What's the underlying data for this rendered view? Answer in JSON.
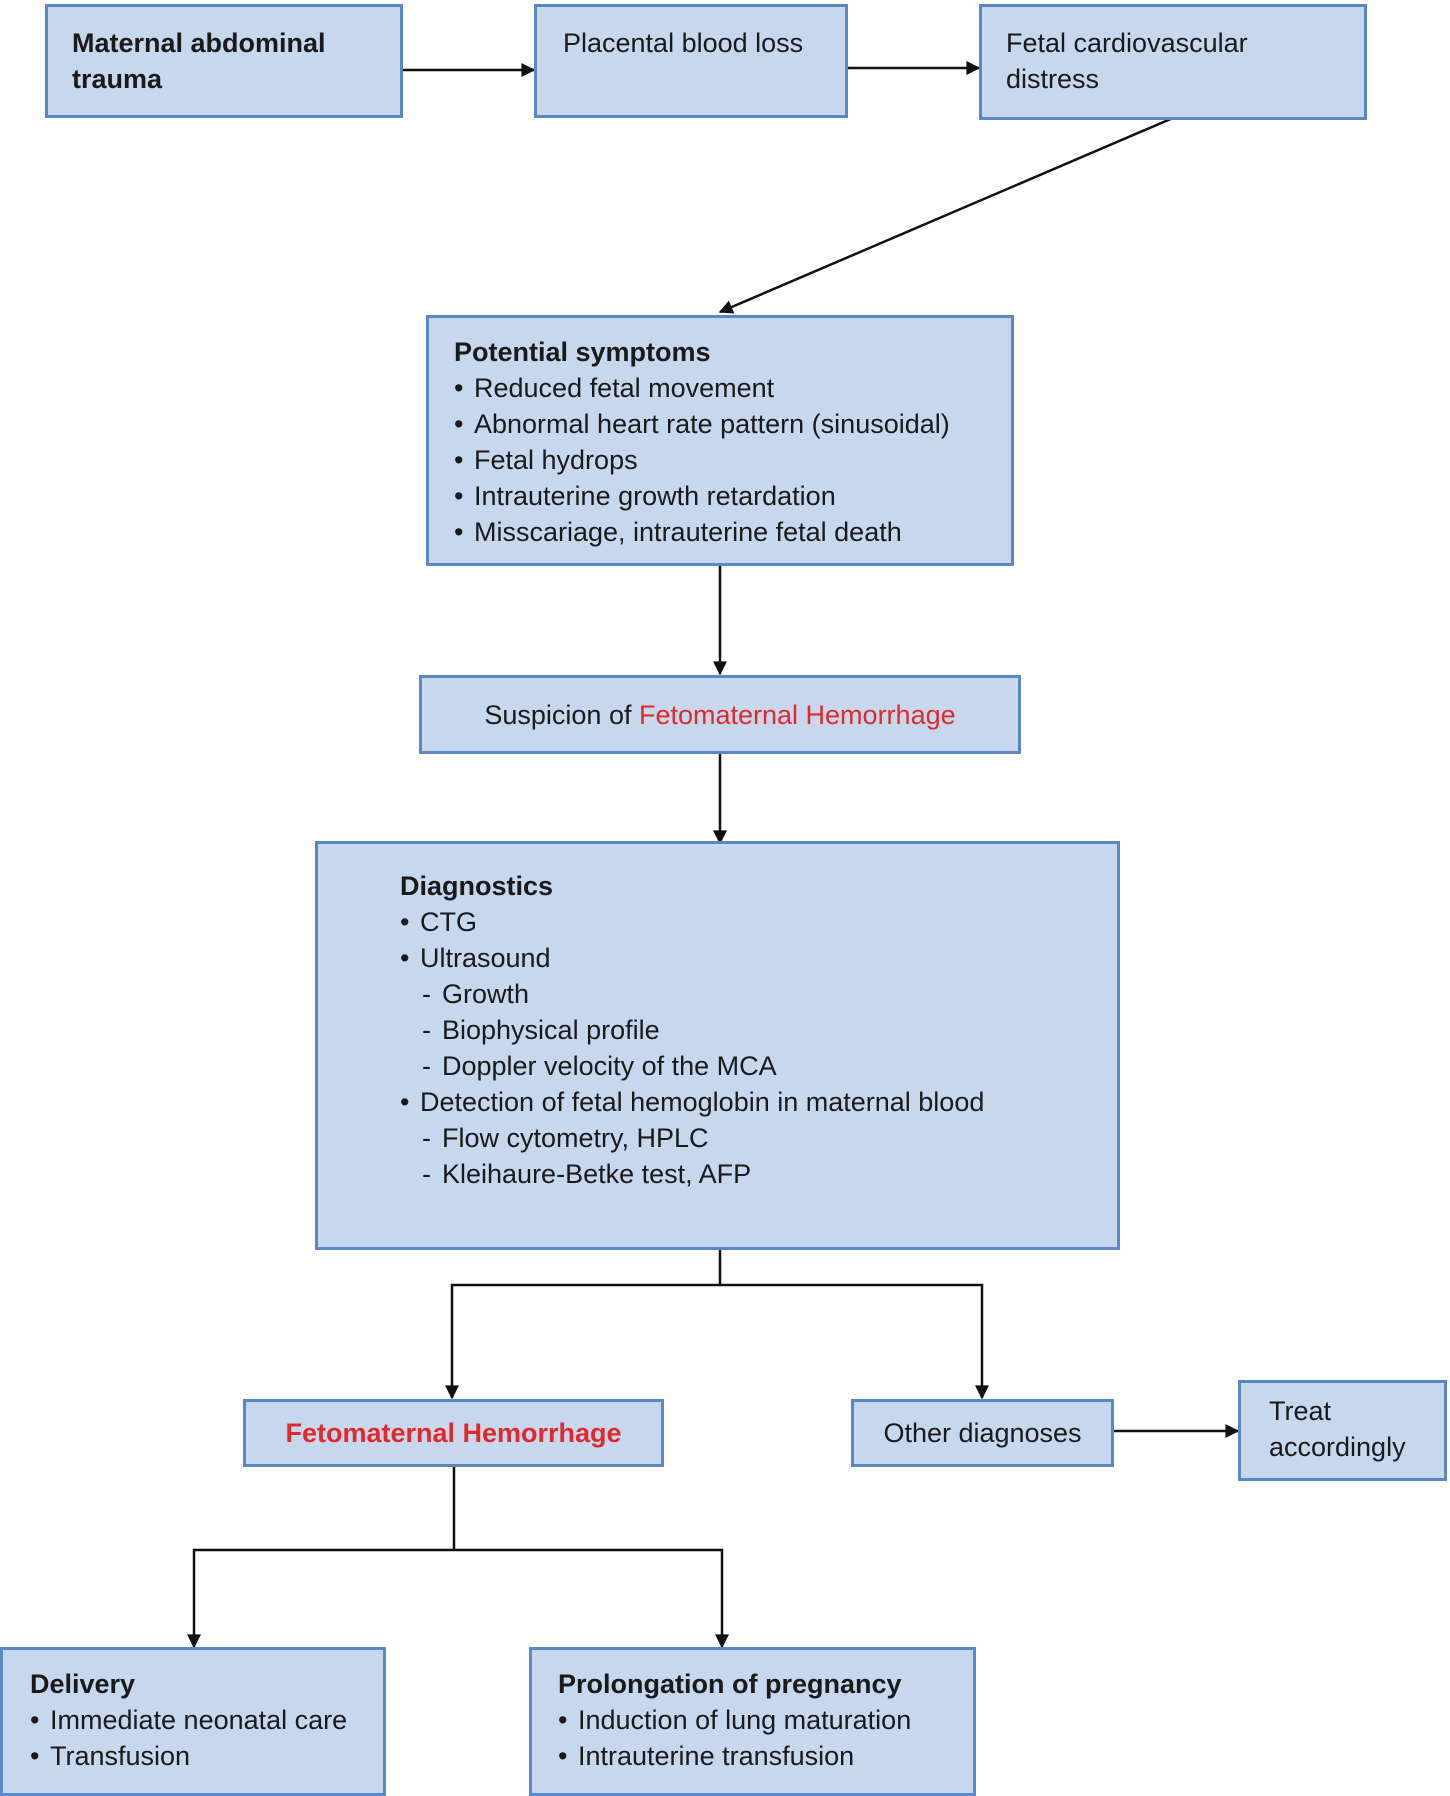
{
  "nodes": {
    "trauma": {
      "title": "Maternal abdominal trauma"
    },
    "placental": {
      "text": "Placental blood loss"
    },
    "fetal_distress": {
      "text": "Fetal cardiovascular distress"
    },
    "symptoms": {
      "title": "Potential symptoms",
      "items": [
        "Reduced fetal movement",
        "Abnormal heart rate pattern (sinusoidal)",
        "Fetal hydrops",
        "Intrauterine growth retardation",
        "Misscariage, intrauterine fetal death"
      ]
    },
    "suspicion": {
      "prefix": "Suspicion of ",
      "highlight": "Fetomaternal Hemorrhage"
    },
    "diagnostics": {
      "title": "Diagnostics",
      "items": [
        {
          "kind": "bullet",
          "text": "CTG"
        },
        {
          "kind": "bullet",
          "text": "Ultrasound"
        },
        {
          "kind": "dash",
          "text": "Growth"
        },
        {
          "kind": "dash",
          "text": "Biophysical profile"
        },
        {
          "kind": "dash",
          "text": "Doppler velocity of the MCA"
        },
        {
          "kind": "bullet",
          "text": "Detection of fetal hemoglobin in maternal blood"
        },
        {
          "kind": "dash",
          "text": "Flow cytometry, HPLC"
        },
        {
          "kind": "dash",
          "text": "Kleihaure-Betke test, AFP"
        }
      ]
    },
    "fmh": {
      "text": "Fetomaternal Hemorrhage"
    },
    "other": {
      "text": "Other diagnoses"
    },
    "treat": {
      "text": "Treat accordingly"
    },
    "delivery": {
      "title": "Delivery",
      "items": [
        "Immediate neonatal care",
        "Transfusion"
      ]
    },
    "prolongation": {
      "title": "Prolongation of pregnancy",
      "items": [
        "Induction of lung maturation",
        "Intrauterine transfusion"
      ]
    }
  },
  "colors": {
    "box_fill": "#c7d7ee",
    "box_border": "#5b87c5",
    "highlight": "#e02a2a",
    "line": "#111111"
  }
}
